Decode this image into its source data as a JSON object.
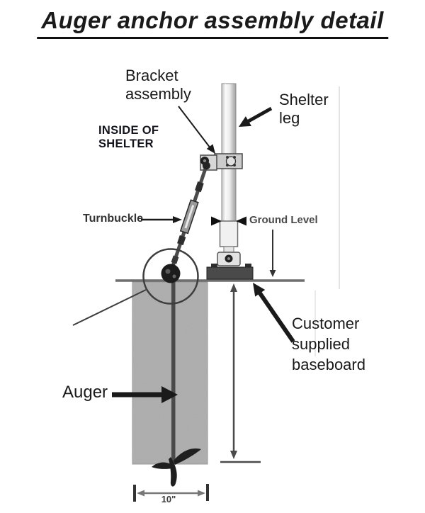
{
  "page": {
    "title": "Auger anchor assembly detail"
  },
  "labels": {
    "bracket_assembly": "Bracket\nassembly",
    "inside_of_shelter": "INSIDE OF\nSHELTER",
    "shelter_leg": "Shelter\nleg",
    "turnbuckle": "Turnbuckle",
    "ground_level": "Ground Level",
    "customer_baseboard": "Customer\nsupplied\nbaseboard",
    "auger": "Auger",
    "auger_diameter": "10\""
  },
  "colors": {
    "ink": "#1a1a1a",
    "soil": "#b2b2b2",
    "baseboard": "#4a4a4a",
    "metal-light": "#f1f1f1",
    "metal-dark": "#555555",
    "dim-line": "#777777"
  }
}
